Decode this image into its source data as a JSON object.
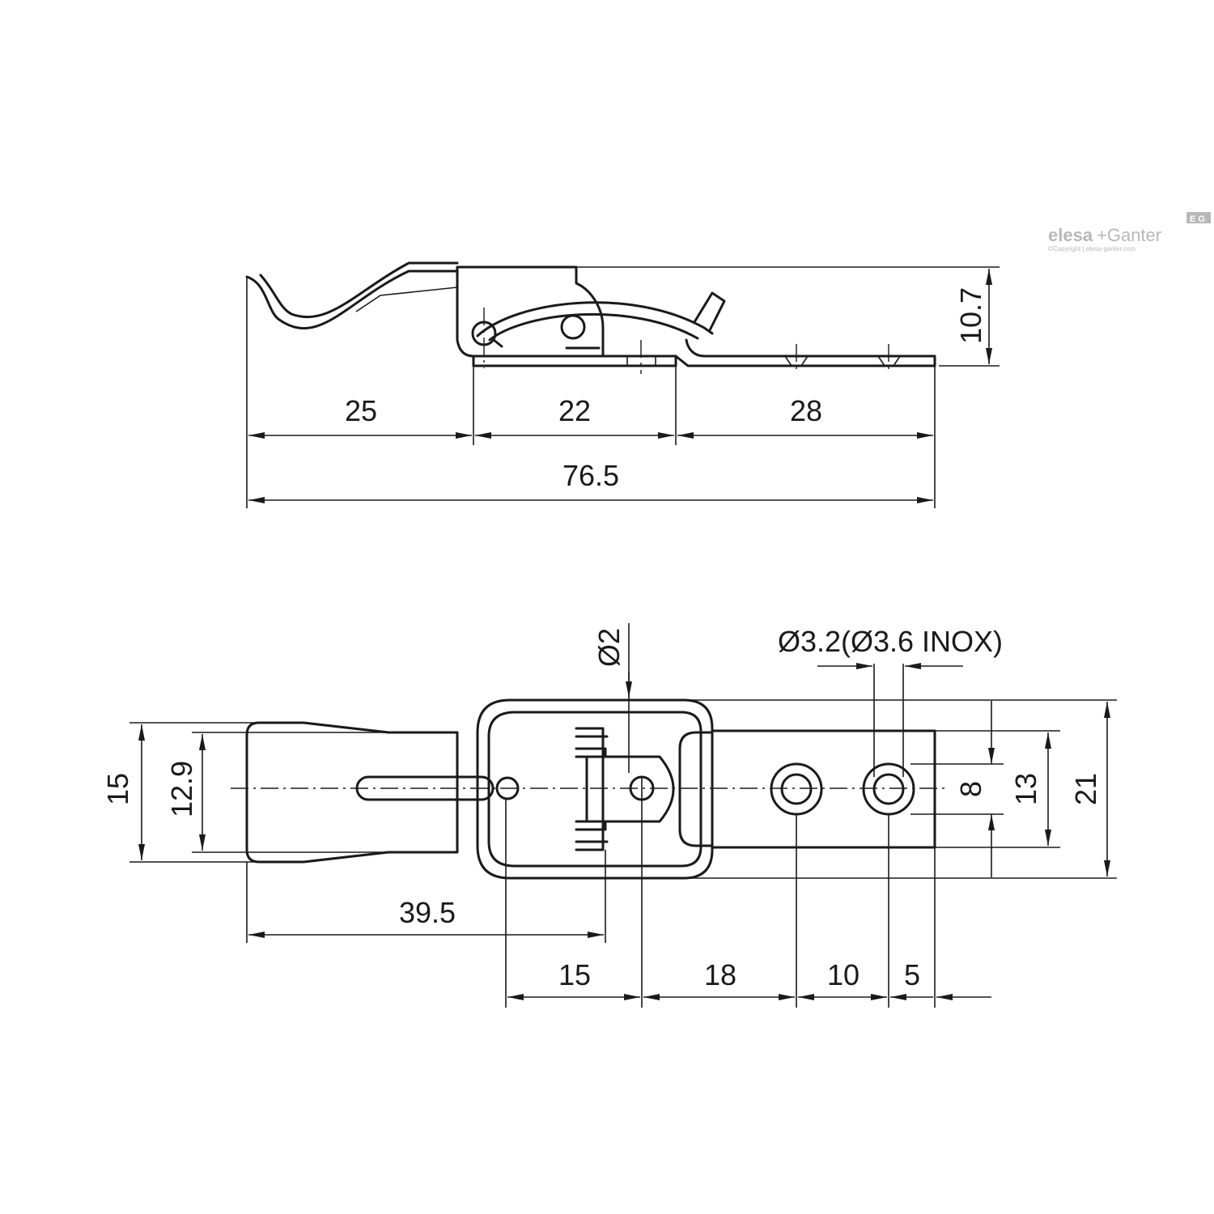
{
  "logo": {
    "brand_bold": "elesa",
    "brand_plus": "+Ganter",
    "badge": "E G",
    "copyright": "©Copyright | elesa-ganter.com"
  },
  "side_view": {
    "dims": {
      "height": "10.7",
      "seg1": "25",
      "seg2": "22",
      "seg3": "28",
      "total": "76.5"
    }
  },
  "top_view": {
    "dims": {
      "pin_diameter": "Ø2",
      "hole_diameter": "Ø3.2(Ø3.6 INOX)",
      "outer_height": "15",
      "inner_height": "12.9",
      "hole_spacing_v": "8",
      "plate_height": "13",
      "overall_height": "21",
      "hook_length": "39.5",
      "d15": "15",
      "d18": "18",
      "d10": "10",
      "d5": "5"
    }
  }
}
